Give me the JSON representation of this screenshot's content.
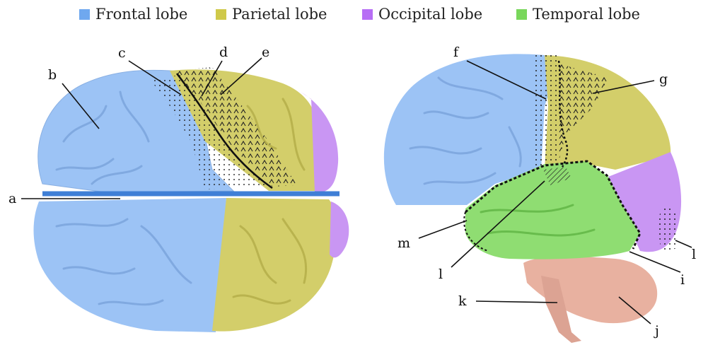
{
  "legend": [
    {
      "label": "Frontal lobe",
      "color": "#6fa8ef"
    },
    {
      "label": "Parietal lobe",
      "color": "#cfc94a"
    },
    {
      "label": "Occipital lobe",
      "color": "#b76ef5"
    },
    {
      "label": "Temporal lobe",
      "color": "#79d75b"
    }
  ],
  "labels": {
    "a": "a",
    "b": "b",
    "c": "c",
    "d": "d",
    "e": "e",
    "f": "f",
    "g": "g",
    "i": "i",
    "j": "j",
    "k": "k",
    "l1": "l",
    "l2": "l",
    "m": "m"
  },
  "colors": {
    "frontal": "#9cc3f5",
    "parietal": "#d3ce6a",
    "occipital": "#c996f3",
    "temporal": "#8fdd72",
    "cerebellum": "#e8b1a0",
    "sulcus": "#3f7fd6"
  }
}
